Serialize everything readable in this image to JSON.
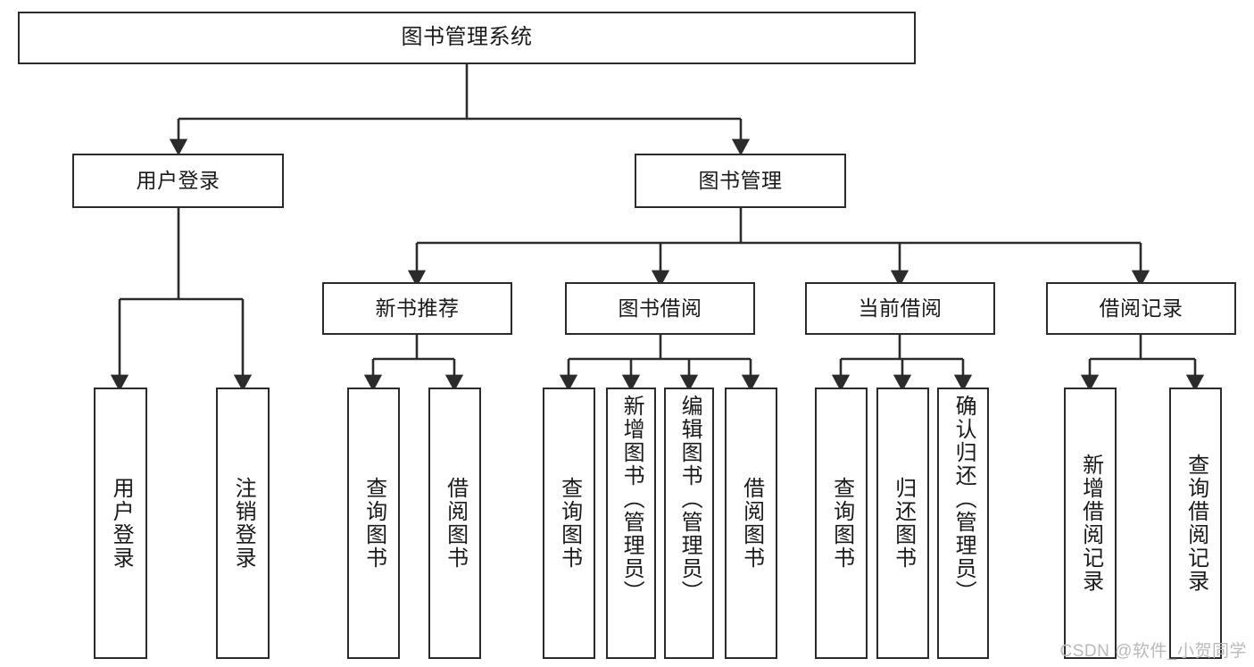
{
  "diagram": {
    "type": "tree-hierarchy-chart",
    "title": "图书管理系统",
    "stroke_color": "#2b2b2b",
    "background_color": "#ffffff",
    "text_color": "#1a1a1a",
    "root": {
      "id": "root",
      "label": "图书管理系统"
    },
    "level1": [
      {
        "id": "user-login",
        "label": "用户登录"
      },
      {
        "id": "book-management",
        "label": "图书管理"
      }
    ],
    "level2": [
      {
        "id": "new-book-recommend",
        "label": "新书推荐",
        "parent": "book-management"
      },
      {
        "id": "book-borrow",
        "label": "图书借阅",
        "parent": "book-management"
      },
      {
        "id": "current-borrow",
        "label": "当前借阅",
        "parent": "book-management"
      },
      {
        "id": "borrow-record",
        "label": "借阅记录",
        "parent": "book-management"
      }
    ],
    "leaves": {
      "user_login": [
        {
          "id": "leaf-user-login",
          "label": "用户登录"
        },
        {
          "id": "leaf-user-logout",
          "label": "注销登录"
        }
      ],
      "new_book_recommend": [
        {
          "id": "leaf-query-book-1",
          "label": "查询图书"
        },
        {
          "id": "leaf-borrow-book-1",
          "label": "借阅图书"
        }
      ],
      "book_borrow": [
        {
          "id": "leaf-query-book-2",
          "label": "查询图书"
        },
        {
          "id": "leaf-add-book",
          "label": "新增图书（管理员）"
        },
        {
          "id": "leaf-edit-book",
          "label": "编辑图书（管理员）"
        },
        {
          "id": "leaf-borrow-book-2",
          "label": "借阅图书"
        }
      ],
      "current_borrow": [
        {
          "id": "leaf-query-book-3",
          "label": "查询图书"
        },
        {
          "id": "leaf-return-book",
          "label": "归还图书"
        },
        {
          "id": "leaf-confirm-return",
          "label": "确认归还（管理员）"
        }
      ],
      "borrow_record": [
        {
          "id": "leaf-add-record",
          "label": "新增借阅记录"
        },
        {
          "id": "leaf-query-record",
          "label": "查询借阅记录"
        }
      ]
    }
  },
  "watermark": {
    "text": "CSDN @软件_小贺同学"
  }
}
